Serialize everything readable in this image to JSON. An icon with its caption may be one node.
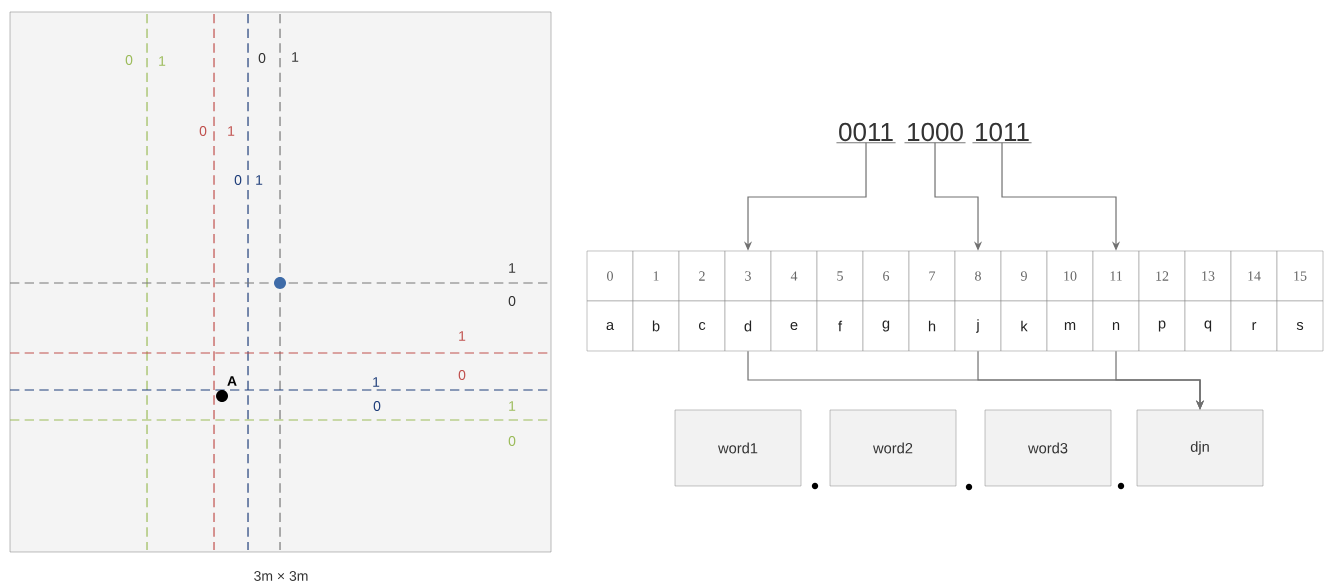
{
  "diagram": {
    "nodes": [
      {
        "text": [
          "0011"
        ]
      },
      {
        "text": [
          "1000"
        ]
      },
      {
        "text": [
          "1011"
        ]
      },
      {
        "text": [
          "0"
        ]
      },
      {
        "text": [
          "1"
        ]
      },
      {
        "text": [
          "2"
        ]
      },
      {
        "text": [
          "3"
        ]
      },
      {
        "text": [
          "4"
        ]
      },
      {
        "text": [
          "5"
        ]
      },
      {
        "text": [
          "6"
        ]
      },
      {
        "text": [
          "7"
        ]
      },
      {
        "text": [
          "8"
        ]
      },
      {
        "text": [
          "9"
        ]
      },
      {
        "text": [
          "10"
        ]
      },
      {
        "text": [
          "11"
        ]
      },
      {
        "text": [
          "12"
        ]
      },
      {
        "text": [
          "13"
        ]
      },
      {
        "text": [
          "14"
        ]
      },
      {
        "text": [
          "15"
        ]
      },
      {
        "text": [
          "a"
        ]
      },
      {
        "text": [
          "b"
        ]
      },
      {
        "text": [
          "c"
        ]
      },
      {
        "text": [
          "d"
        ]
      },
      {
        "text": [
          "e"
        ]
      },
      {
        "text": [
          "f"
        ]
      },
      {
        "text": [
          "g"
        ]
      },
      {
        "text": [
          "h"
        ]
      },
      {
        "text": [
          "j"
        ]
      },
      {
        "text": [
          "k"
        ]
      },
      {
        "text": [
          "m"
        ]
      },
      {
        "text": [
          "n"
        ]
      },
      {
        "text": [
          "p"
        ]
      },
      {
        "text": [
          "q"
        ]
      },
      {
        "text": [
          "r"
        ]
      },
      {
        "text": [
          "s"
        ]
      },
      {
        "text": [
          "word1"
        ]
      },
      {
        "text": [
          "word2"
        ]
      },
      {
        "text": [
          "word3"
        ]
      },
      {
        "text": [
          "djn"
        ]
      }
    ],
    "edges": [
      {
        "from": 0,
        "to": 6,
        "arrow": "to"
      },
      {
        "from": 1,
        "to": 11,
        "arrow": "to"
      },
      {
        "from": 2,
        "to": 14,
        "arrow": "to"
      },
      {
        "from": 22,
        "to": 38,
        "arrow": "to"
      },
      {
        "from": 27,
        "to": 38,
        "arrow": "to"
      },
      {
        "from": 30,
        "to": 38,
        "arrow": "to"
      }
    ],
    "labels": [
      "0",
      "1",
      "0",
      "1",
      "0",
      "1",
      "0",
      "1",
      "1",
      "0",
      "1",
      "0",
      "A",
      "1",
      "0",
      "1",
      "0",
      "3m × 3m"
    ]
  }
}
